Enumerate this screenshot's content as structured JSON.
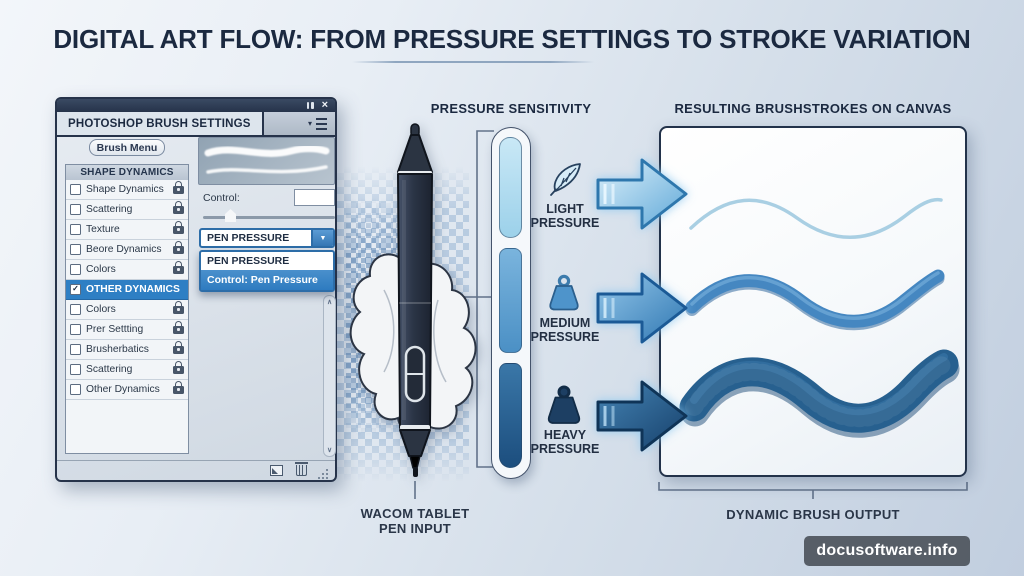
{
  "title": "DIGITAL ART FLOW: FROM PRESSURE SETTINGS TO STROKE VARIATION",
  "watermark": "docusoftware.info",
  "icons": {
    "close": "×",
    "menu_arrow": "▾",
    "dropdown_arrow": "▼",
    "check": "✓",
    "scroll_up": "∧",
    "scroll_down": "∨"
  },
  "colors": {
    "title_navy": "#1b2940",
    "accent_blue": "#2e7fc4",
    "light_pressure": "#a9d7ee",
    "medium_pressure": "#4e94cb",
    "heavy_pressure": "#27618f"
  },
  "panel": {
    "window_title": "PHOTOSHOP BRUSH SETTINGS",
    "brush_menu": "Brush Menu",
    "section_header": "SHAPE DYNAMICS",
    "control_label": "Control:",
    "dropdown": {
      "value": "PEN PRESSURE",
      "options": [
        "PEN PRESSURE",
        "Control: Pen Pressure"
      ],
      "highlighted_option": "Control: Pen Pressure"
    },
    "items": [
      {
        "label": "Shape Dynamics",
        "checked": false,
        "selected": false,
        "locked": true
      },
      {
        "label": "Scattering",
        "checked": false,
        "selected": false,
        "locked": true
      },
      {
        "label": "Texture",
        "checked": false,
        "selected": false,
        "locked": true
      },
      {
        "label": "Beore Dynamics",
        "checked": false,
        "selected": false,
        "locked": true
      },
      {
        "label": "Colors",
        "checked": false,
        "selected": false,
        "locked": true
      },
      {
        "label": "OTHER DYNAMICS",
        "checked": true,
        "selected": true,
        "locked": false
      },
      {
        "label": "Colors",
        "checked": false,
        "selected": false,
        "locked": true
      },
      {
        "label": "Prer Settting",
        "checked": false,
        "selected": false,
        "locked": true
      },
      {
        "label": "Brusherbatics",
        "checked": false,
        "selected": false,
        "locked": true
      },
      {
        "label": "Scattering",
        "checked": false,
        "selected": false,
        "locked": true
      },
      {
        "label": "Other Dynamics",
        "checked": false,
        "selected": false,
        "locked": true
      }
    ]
  },
  "pressure": {
    "heading": "PRESSURE SENSITIVITY",
    "levels": [
      {
        "label": "LIGHT PRESSURE",
        "icon": "feather-icon",
        "color": "#a9d7ee"
      },
      {
        "label": "MEDIUM PRESSURE",
        "icon": "weight-icon",
        "color": "#4e94cb"
      },
      {
        "label": "HEAVY PRESSURE",
        "icon": "weight-icon",
        "color": "#27618f"
      }
    ]
  },
  "output": {
    "heading": "RESULTING BRUSHSTROKES ON CANVAS",
    "caption": "DYNAMIC BRUSH OUTPUT"
  },
  "input_caption": {
    "line1": "WACOM TABLET",
    "line2": "PEN INPUT"
  }
}
